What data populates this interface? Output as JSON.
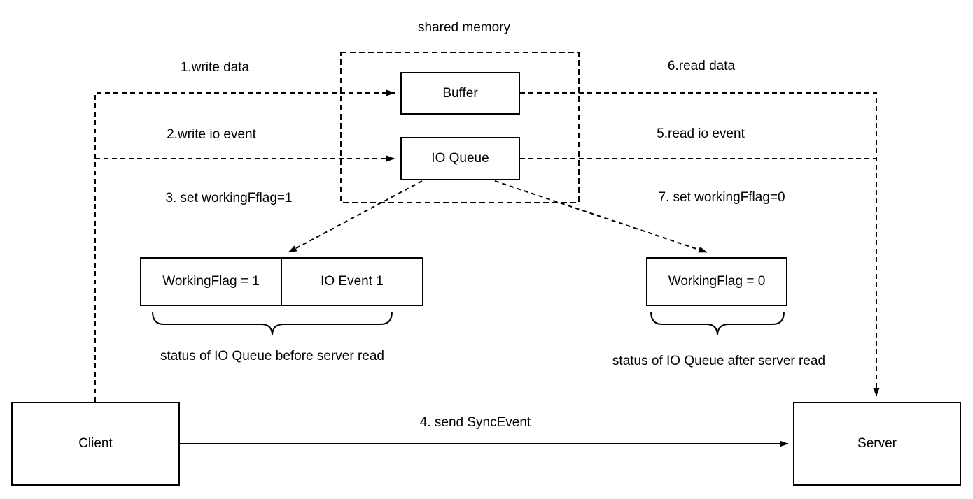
{
  "diagram": {
    "title": "shared memory",
    "nodes": {
      "buffer": "Buffer",
      "io_queue": "IO Queue",
      "working_flag_1": "WorkingFlag = 1",
      "io_event_1": "IO Event 1",
      "working_flag_0": "WorkingFlag = 0",
      "client": "Client",
      "server": "Server"
    },
    "edge_labels": {
      "step1": "1.write data",
      "step2": "2.write io event",
      "step3": "3. set workingFflag=1",
      "step4": "4. send SyncEvent",
      "step5": "5.read io event",
      "step6": "6.read data",
      "step7": "7. set workingFflag=0"
    },
    "captions": {
      "before_read": "status of IO Queue before server read",
      "after_read": "status of IO Queue after server read"
    },
    "colors": {
      "stroke": "#000000",
      "background": "#ffffff",
      "text": "#000000"
    }
  }
}
